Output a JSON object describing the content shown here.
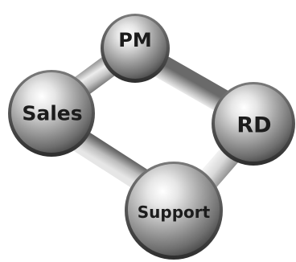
{
  "diagram": {
    "nodes": {
      "pm": {
        "label": "PM"
      },
      "sales": {
        "label": "Sales"
      },
      "rd": {
        "label": "RD"
      },
      "support": {
        "label": "Support"
      }
    },
    "connections": [
      [
        "pm",
        "rd"
      ],
      [
        "pm",
        "sales"
      ],
      [
        "sales",
        "support"
      ],
      [
        "support",
        "rd"
      ]
    ]
  }
}
